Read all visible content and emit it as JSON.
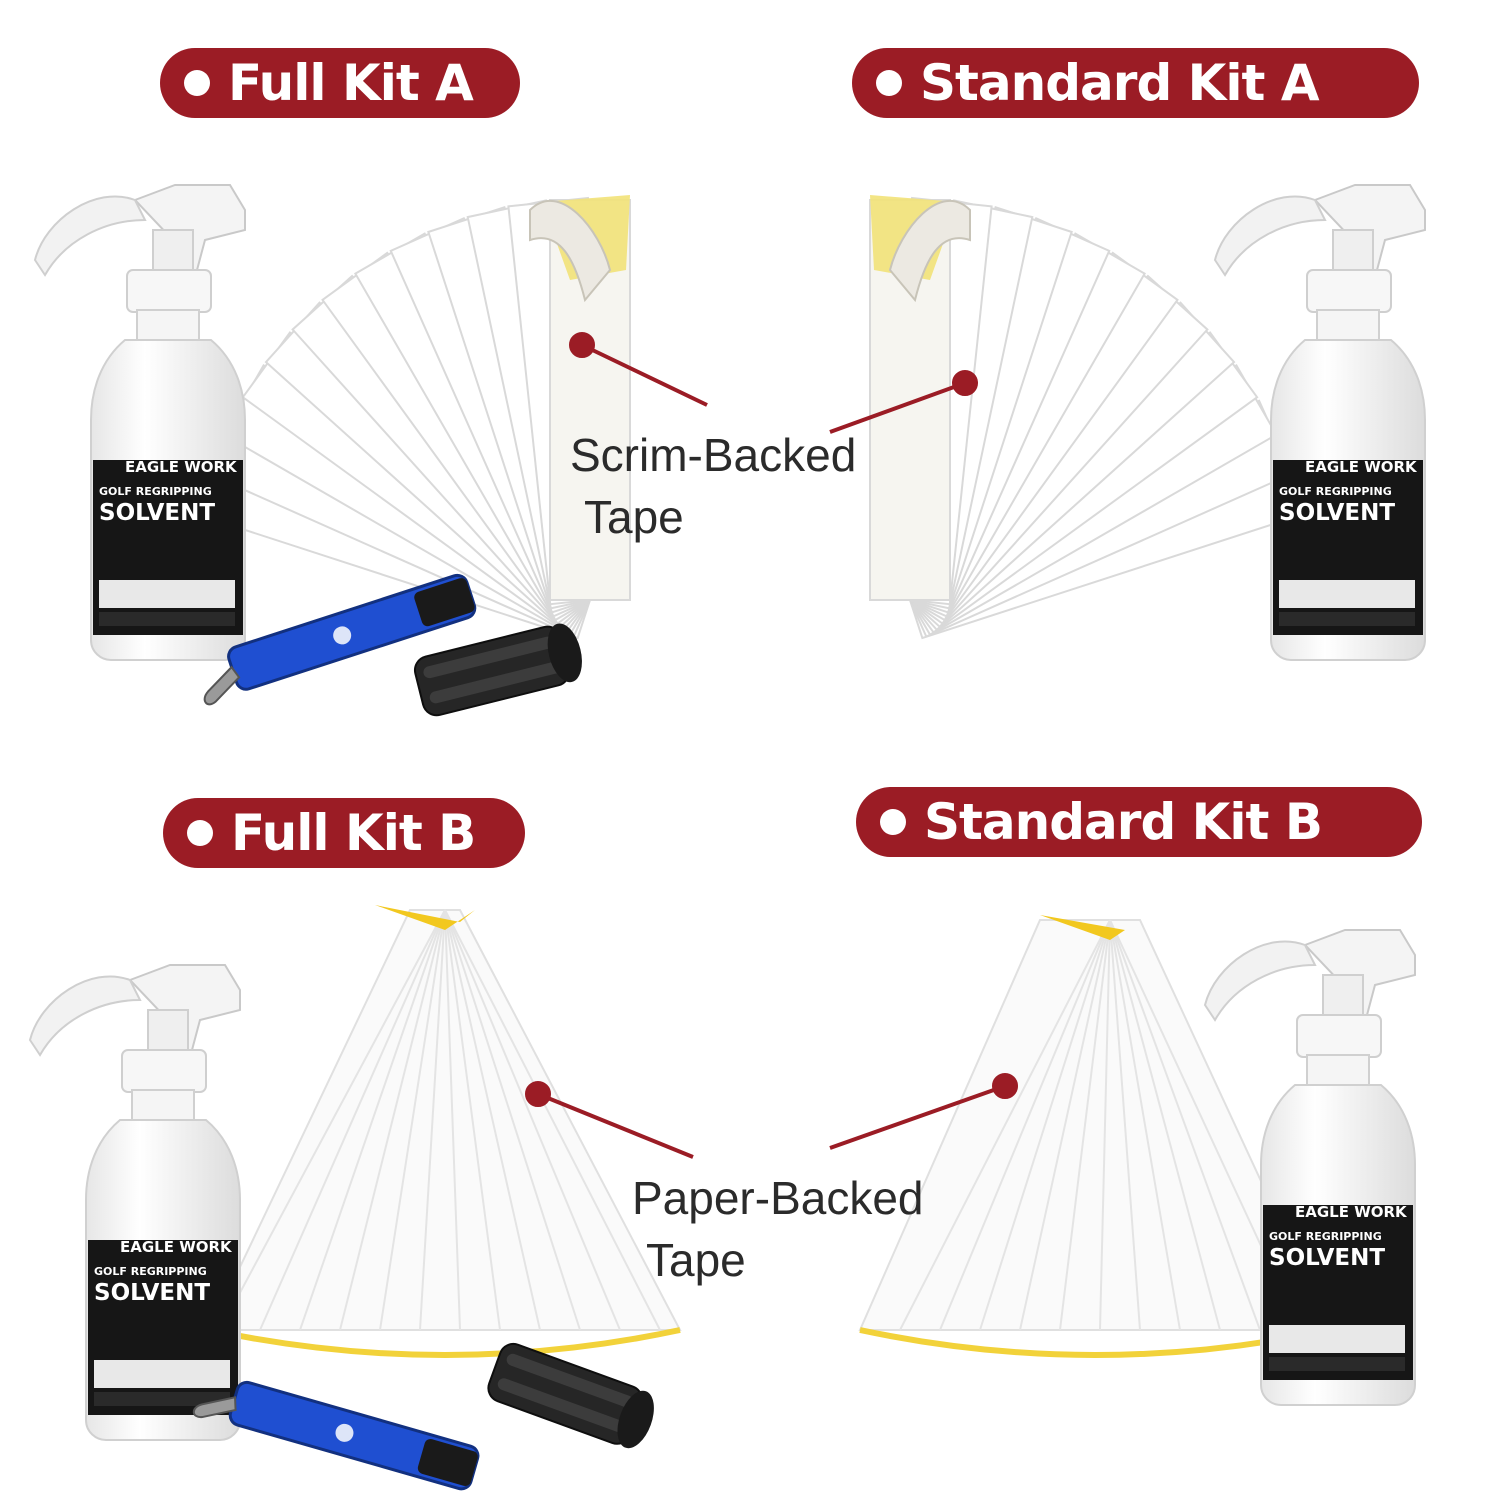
{
  "kits": [
    {
      "title": "Full Kit A"
    },
    {
      "title": "Standard Kit A"
    },
    {
      "title": "Full Kit B"
    },
    {
      "title": "Standard Kit B"
    }
  ],
  "callouts": {
    "scrim": {
      "line1": "Scrim-Backed",
      "line2": "Tape"
    },
    "paper": {
      "line1": "Paper-Backed",
      "line2": "Tape"
    }
  },
  "bottle": {
    "brand": "EAGLE WORK",
    "subtitle": "GOLF REGRIPPING",
    "product": "SOLVENT"
  },
  "colors": {
    "accent": "#9b1c25",
    "pill_text": "#ffffff",
    "tape_edge": "#f2d23a",
    "utility_knife": "#1f4fd1",
    "grip_vise_clamp": "#1e1e1e"
  }
}
